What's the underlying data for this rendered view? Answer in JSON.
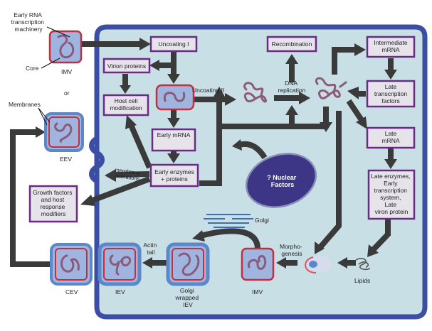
{
  "title": "Poxvirus replication cycle",
  "colors": {
    "cell_fill": "#c9dfe6",
    "cell_border": "#3b4ea3",
    "box_fill": "#e6e3ea",
    "box_border": "#6a2a86",
    "arrow": "#3a3a3a",
    "nucleus": "#3d3585",
    "virion_border": "#c0303e",
    "virion_fill": "#9fb4de",
    "dna": "#8a5a78"
  },
  "external_labels": {
    "early_rna": [
      "Early RNA",
      "transcription",
      "machinery"
    ],
    "core": "Core",
    "imv_outside": "IMV",
    "or": "or",
    "membranes": "Membranes",
    "eev": "EEV",
    "cev": "CEV",
    "iev": "IEV"
  },
  "boxes": {
    "uncoating_1": [
      "Uncoating I"
    ],
    "virion_proteins": [
      "Virion proteins"
    ],
    "host_cell_mod": [
      "Host cell",
      "modification"
    ],
    "early_mrna": [
      "Early mRNA"
    ],
    "early_enzymes": [
      "Early enzymes",
      "+ proteins"
    ],
    "recombination": [
      "Recombination"
    ],
    "intermediate_mrna": [
      "Intermediate",
      "mRNA"
    ],
    "late_tf": [
      "Late",
      "transcription",
      "factors"
    ],
    "late_mrna": [
      "Late",
      "mRNA"
    ],
    "late_enzymes": [
      "Late enzymes,",
      "Early",
      "transcription",
      "system,",
      "Late",
      "viron protein"
    ],
    "growth_factors": [
      "Growth factors",
      "and host",
      "response",
      "modifiers"
    ]
  },
  "inner_labels": {
    "uncoating_2": "Uncoating II",
    "dna_replication": [
      "DNA",
      "replication"
    ],
    "membrane_alterations": [
      "membrane",
      "alterations"
    ],
    "nuclear": [
      "? Nuclear",
      "Factors"
    ],
    "golgi": "Golgi",
    "actin_tail": [
      "Actin",
      "tail"
    ],
    "golgi_wrapped": [
      "Golgi",
      "wrapped",
      "IEV"
    ],
    "imv_inside": "IMV",
    "morphogenesis": [
      "Morpho-",
      "genesis"
    ],
    "lipids": "Lipids"
  }
}
